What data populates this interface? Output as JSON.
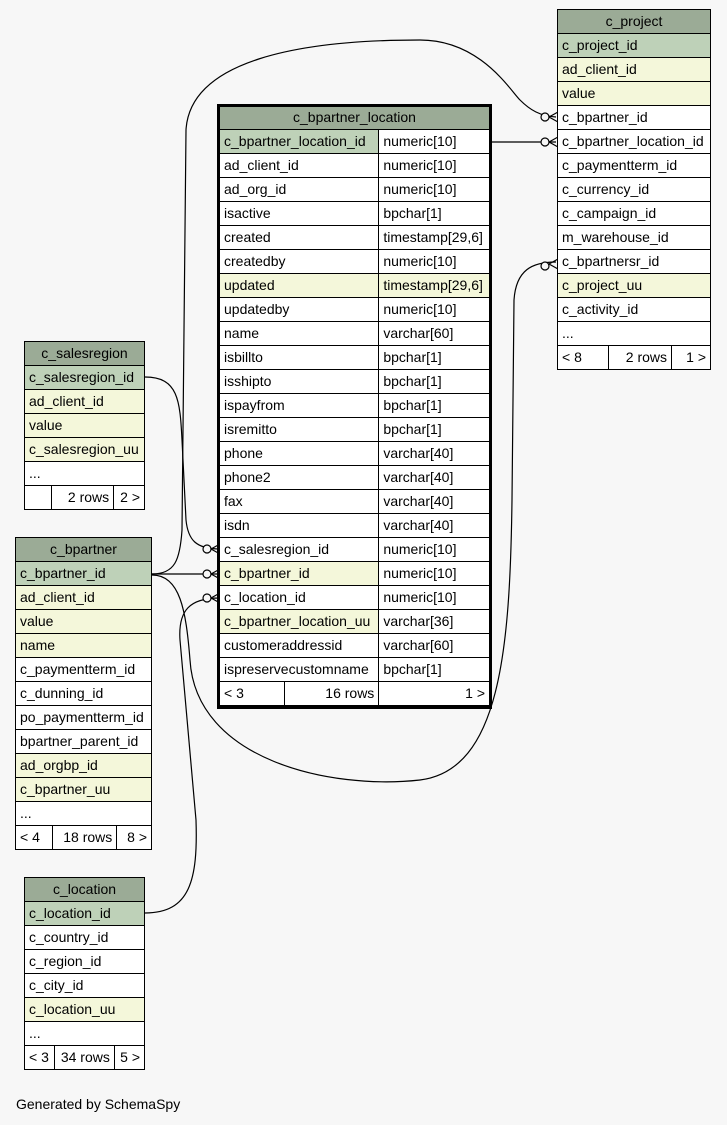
{
  "footer": "Generated by SchemaSpy",
  "tables": {
    "c_bpartner_location": {
      "name": "c_bpartner_location",
      "columns": [
        {
          "name": "c_bpartner_location_id",
          "type": "numeric[10]",
          "kind": "pk"
        },
        {
          "name": "ad_client_id",
          "type": "numeric[10]",
          "kind": ""
        },
        {
          "name": "ad_org_id",
          "type": "numeric[10]",
          "kind": ""
        },
        {
          "name": "isactive",
          "type": "bpchar[1]",
          "kind": ""
        },
        {
          "name": "created",
          "type": "timestamp[29,6]",
          "kind": ""
        },
        {
          "name": "createdby",
          "type": "numeric[10]",
          "kind": ""
        },
        {
          "name": "updated",
          "type": "timestamp[29,6]",
          "kind": "idx"
        },
        {
          "name": "updatedby",
          "type": "numeric[10]",
          "kind": ""
        },
        {
          "name": "name",
          "type": "varchar[60]",
          "kind": ""
        },
        {
          "name": "isbillto",
          "type": "bpchar[1]",
          "kind": ""
        },
        {
          "name": "isshipto",
          "type": "bpchar[1]",
          "kind": ""
        },
        {
          "name": "ispayfrom",
          "type": "bpchar[1]",
          "kind": ""
        },
        {
          "name": "isremitto",
          "type": "bpchar[1]",
          "kind": ""
        },
        {
          "name": "phone",
          "type": "varchar[40]",
          "kind": ""
        },
        {
          "name": "phone2",
          "type": "varchar[40]",
          "kind": ""
        },
        {
          "name": "fax",
          "type": "varchar[40]",
          "kind": ""
        },
        {
          "name": "isdn",
          "type": "varchar[40]",
          "kind": ""
        },
        {
          "name": "c_salesregion_id",
          "type": "numeric[10]",
          "kind": ""
        },
        {
          "name": "c_bpartner_id",
          "type": "numeric[10]",
          "kind": "idx-name"
        },
        {
          "name": "c_location_id",
          "type": "numeric[10]",
          "kind": ""
        },
        {
          "name": "c_bpartner_location_uu",
          "type": "varchar[36]",
          "kind": "idx-name"
        },
        {
          "name": "customeraddressid",
          "type": "varchar[60]",
          "kind": ""
        },
        {
          "name": "ispreservecustomname",
          "type": "bpchar[1]",
          "kind": ""
        }
      ],
      "footer": {
        "parents": "< 3",
        "rows": "16 rows",
        "children": "1 >"
      }
    },
    "c_project": {
      "name": "c_project",
      "columns": [
        {
          "name": "c_project_id",
          "kind": "pk"
        },
        {
          "name": "ad_client_id",
          "kind": "idx"
        },
        {
          "name": "value",
          "kind": "idx"
        },
        {
          "name": "c_bpartner_id",
          "kind": ""
        },
        {
          "name": "c_bpartner_location_id",
          "kind": ""
        },
        {
          "name": "c_paymentterm_id",
          "kind": ""
        },
        {
          "name": "c_currency_id",
          "kind": ""
        },
        {
          "name": "c_campaign_id",
          "kind": ""
        },
        {
          "name": "m_warehouse_id",
          "kind": ""
        },
        {
          "name": "c_bpartnersr_id",
          "kind": ""
        },
        {
          "name": "c_project_uu",
          "kind": "idx"
        },
        {
          "name": "c_activity_id",
          "kind": ""
        },
        {
          "name": "...",
          "kind": ""
        }
      ],
      "footer": {
        "parents": "< 8",
        "rows": "2 rows",
        "children": "1 >"
      }
    },
    "c_salesregion": {
      "name": "c_salesregion",
      "columns": [
        {
          "name": "c_salesregion_id",
          "kind": "pk"
        },
        {
          "name": "ad_client_id",
          "kind": "idx"
        },
        {
          "name": "value",
          "kind": "idx"
        },
        {
          "name": "c_salesregion_uu",
          "kind": "idx"
        },
        {
          "name": "...",
          "kind": ""
        }
      ],
      "footer": {
        "parents": "",
        "rows": "2 rows",
        "children": "2 >"
      }
    },
    "c_bpartner": {
      "name": "c_bpartner",
      "columns": [
        {
          "name": "c_bpartner_id",
          "kind": "pk"
        },
        {
          "name": "ad_client_id",
          "kind": "idx"
        },
        {
          "name": "value",
          "kind": "idx"
        },
        {
          "name": "name",
          "kind": "idx"
        },
        {
          "name": "c_paymentterm_id",
          "kind": ""
        },
        {
          "name": "c_dunning_id",
          "kind": ""
        },
        {
          "name": "po_paymentterm_id",
          "kind": ""
        },
        {
          "name": "bpartner_parent_id",
          "kind": ""
        },
        {
          "name": "ad_orgbp_id",
          "kind": "idx"
        },
        {
          "name": "c_bpartner_uu",
          "kind": "idx"
        },
        {
          "name": "...",
          "kind": ""
        }
      ],
      "footer": {
        "parents": "< 4",
        "rows": "18 rows",
        "children": "8 >"
      }
    },
    "c_location": {
      "name": "c_location",
      "columns": [
        {
          "name": "c_location_id",
          "kind": "pk"
        },
        {
          "name": "c_country_id",
          "kind": ""
        },
        {
          "name": "c_region_id",
          "kind": ""
        },
        {
          "name": "c_city_id",
          "kind": ""
        },
        {
          "name": "c_location_uu",
          "kind": "idx"
        },
        {
          "name": "...",
          "kind": ""
        }
      ],
      "footer": {
        "parents": "< 3",
        "rows": "34 rows",
        "children": "5 >"
      }
    }
  }
}
